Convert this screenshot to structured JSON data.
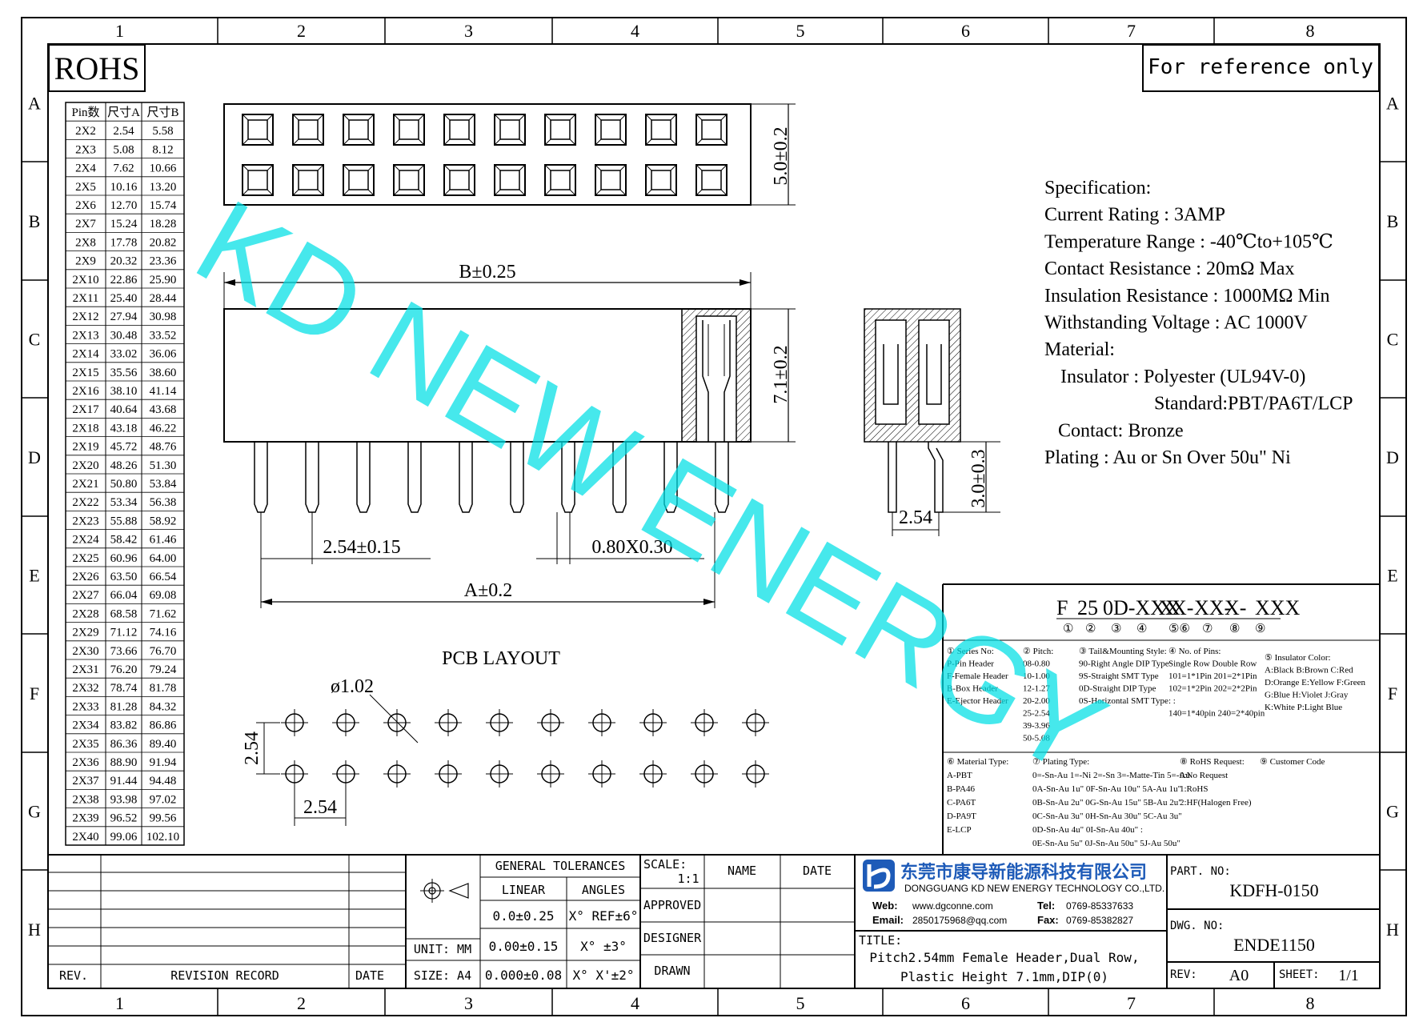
{
  "frame": {
    "columns": [
      "1",
      "2",
      "3",
      "4",
      "5",
      "6",
      "7",
      "8"
    ],
    "rows": [
      "A",
      "B",
      "C",
      "D",
      "E",
      "F",
      "G",
      "H"
    ]
  },
  "rohs": "ROHS",
  "reference_note": "For reference only",
  "pin_table": {
    "headers": [
      "Pin数",
      "尺寸A",
      "尺寸B"
    ],
    "rows": [
      [
        "2X2",
        "2.54",
        "5.58"
      ],
      [
        "2X3",
        "5.08",
        "8.12"
      ],
      [
        "2X4",
        "7.62",
        "10.66"
      ],
      [
        "2X5",
        "10.16",
        "13.20"
      ],
      [
        "2X6",
        "12.70",
        "15.74"
      ],
      [
        "2X7",
        "15.24",
        "18.28"
      ],
      [
        "2X8",
        "17.78",
        "20.82"
      ],
      [
        "2X9",
        "20.32",
        "23.36"
      ],
      [
        "2X10",
        "22.86",
        "25.90"
      ],
      [
        "2X11",
        "25.40",
        "28.44"
      ],
      [
        "2X12",
        "27.94",
        "30.98"
      ],
      [
        "2X13",
        "30.48",
        "33.52"
      ],
      [
        "2X14",
        "33.02",
        "36.06"
      ],
      [
        "2X15",
        "35.56",
        "38.60"
      ],
      [
        "2X16",
        "38.10",
        "41.14"
      ],
      [
        "2X17",
        "40.64",
        "43.68"
      ],
      [
        "2X18",
        "43.18",
        "46.22"
      ],
      [
        "2X19",
        "45.72",
        "48.76"
      ],
      [
        "2X20",
        "48.26",
        "51.30"
      ],
      [
        "2X21",
        "50.80",
        "53.84"
      ],
      [
        "2X22",
        "53.34",
        "56.38"
      ],
      [
        "2X23",
        "55.88",
        "58.92"
      ],
      [
        "2X24",
        "58.42",
        "61.46"
      ],
      [
        "2X25",
        "60.96",
        "64.00"
      ],
      [
        "2X26",
        "63.50",
        "66.54"
      ],
      [
        "2X27",
        "66.04",
        "69.08"
      ],
      [
        "2X28",
        "68.58",
        "71.62"
      ],
      [
        "2X29",
        "71.12",
        "74.16"
      ],
      [
        "2X30",
        "73.66",
        "76.70"
      ],
      [
        "2X31",
        "76.20",
        "79.24"
      ],
      [
        "2X32",
        "78.74",
        "81.78"
      ],
      [
        "2X33",
        "81.28",
        "84.32"
      ],
      [
        "2X34",
        "83.82",
        "86.86"
      ],
      [
        "2X35",
        "86.36",
        "89.40"
      ],
      [
        "2X36",
        "88.90",
        "91.94"
      ],
      [
        "2X37",
        "91.44",
        "94.48"
      ],
      [
        "2X38",
        "93.98",
        "97.02"
      ],
      [
        "2X39",
        "96.52",
        "99.56"
      ],
      [
        "2X40",
        "99.06",
        "102.10"
      ]
    ]
  },
  "dimensions": {
    "top_height": "5.0±0.2",
    "width_b": "B±0.25",
    "body_height": "7.1±0.2",
    "pin_pitch": "2.54±0.15",
    "pin_size": "0.80X0.30",
    "width_a": "A±0.2",
    "side_pitch": "2.54",
    "pin_length": "3.0±0.3",
    "pcb_title": "PCB LAYOUT",
    "hole_dia": "ø1.02",
    "pcb_row_pitch": "2.54",
    "pcb_col_pitch": "2.54"
  },
  "watermark": "KD NEW ENERGY",
  "spec": {
    "lines": [
      "Specification:",
      "Current Rating : 3AMP",
      "Temperature Range : -40℃to+105℃",
      "Contact Resistance : 20mΩ Max",
      "Insulation Resistance : 1000MΩ Min",
      "Withstanding Voltage : AC 1000V",
      "Material:",
      "Insulator : Polyester (UL94V-0)",
      "Standard:PBT/PA6T/LCP",
      "Contact: Bronze",
      "Plating : Au or Sn Over 50u\" Ni"
    ]
  },
  "part_code": {
    "segments": [
      "F",
      "25",
      "0D-XXX",
      "X",
      "X-",
      "XX-",
      "X-",
      "XXX"
    ],
    "markers": [
      "①",
      "②",
      "③",
      "④",
      "⑤⑥",
      "⑦",
      "⑧",
      "⑨"
    ],
    "block1": [
      [
        "① Series No:",
        "P-Pin Header",
        "F-Female Header",
        "B-Box Header",
        "E-Ejector Header"
      ],
      [
        "② Pitch:",
        "08-0.80",
        "10-1.00",
        "12-1.27",
        "20-2.00",
        "25-2.54",
        "39-3.96",
        "50-5.08"
      ],
      [
        "③ Tail&Mounting Style:",
        "90-Right Angle DIP Type",
        "9S-Straight SMT Type",
        "0D-Straight DIP Type",
        "0S-Horizontal SMT Type"
      ],
      [
        "④ No. of Pins:",
        "Single Row    Double Row",
        "101=1*1Pin    201=2*1Pin",
        "102=1*2Pin    202=2*2Pin",
        "  :              :",
        "140=1*40pin   240=2*40pin"
      ],
      [
        "⑤ Insulator Color:",
        "A:Black  B:Brown  C:Red",
        "D:Orange E:Yellow F:Green",
        "G:Blue   H:Violet J:Gray",
        "K:White  P:Light Blue"
      ]
    ],
    "block2": [
      [
        "⑥ Material Type:",
        "A-PBT",
        "B-PA46",
        "C-PA6T",
        "D-PA9T",
        "E-LCP"
      ],
      [
        "⑦ Plating Type:",
        "0=-Sn-Au 1=-Ni 2=-Sn 3=-Matte-Tin 5=-Au",
        "0A-Sn-Au 1u\" 0F-Sn-Au 10u\"  5A-Au 1u\"",
        "0B-Sn-Au 2u\" 0G-Sn-Au 15u\"  5B-Au 2u\"",
        "0C-Sn-Au 3u\" 0H-Sn-Au 30u\"  5C-Au 3u\"",
        "0D-Sn-Au 4u\" 0I-Sn-Au 40u\"     :",
        "0E-Sn-Au 5u\" 0J-Sn-Au 50u\"  5J-Au 50u\""
      ],
      [
        "⑧ RoHS Request:",
        "0:No Request",
        "1:RoHS",
        "2:HF(Halogen Free)"
      ],
      [
        "⑨ Customer Code",
        ""
      ]
    ]
  },
  "title_block": {
    "rev": "REV.",
    "revision_record": "REVISION RECORD",
    "date": "DATE",
    "general_tolerances": "GENERAL TOLERANCES",
    "linear": "LINEAR",
    "angles": "ANGLES",
    "tol1": "0.0±0.25",
    "ang1": "X° REF±6°",
    "unit": "UNIT: MM",
    "tol2": "0.00±0.15",
    "ang2": "X° ±3°",
    "size": "SIZE: A4",
    "tol3": "0.000±0.08",
    "ang3": "X° X'±2°",
    "scale": "SCALE:",
    "scale_val": "1:1",
    "name": "NAME",
    "date2": "DATE",
    "approved": "APPROVED",
    "designer": "DESIGNER",
    "drawn": "DRAWN",
    "company_cn": "东莞市康导新能源科技有限公司",
    "company_en": "DONGGUANG KD NEW ENERGY TECHNOLOGY CO.,LTD.",
    "web_label": "Web:",
    "web": "www.dgconne.com",
    "tel_label": "Tel:",
    "tel": "0769-85337633",
    "email_label": "Email:",
    "email": "2850175968@qq.com",
    "fax_label": "Fax:",
    "fax": "0769-85382827",
    "title_label": "TITLE:",
    "title_1": "Pitch2.54mm Female Header,Dual Row,",
    "title_2": "Plastic Height 7.1mm,DIP(0)",
    "part_no_label": "PART. NO:",
    "part_no": "KDFH-0150",
    "dwg_no_label": "DWG. NO:",
    "dwg_no": "ENDE1150",
    "rev_label": "REV:",
    "rev_val": "A0",
    "sheet_label": "SHEET:",
    "sheet_val": "1/1"
  }
}
